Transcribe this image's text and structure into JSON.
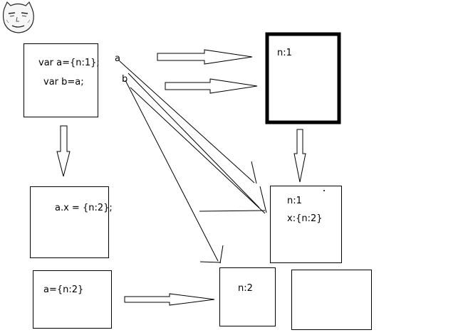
{
  "diagram": {
    "boxes": {
      "code_ab": {
        "line1": "var a={n:1};",
        "line2": "var b=a;"
      },
      "obj_n1": {
        "text": "n:1"
      },
      "code_ax": {
        "text": "a.x = {n:2};"
      },
      "obj_n1x": {
        "line1": "n:1",
        "line2": "x:{n:2}"
      },
      "code_a2": {
        "text": "a={n:2}"
      },
      "obj_n2": {
        "text": "n:2"
      },
      "obj_empty": {}
    },
    "variables": {
      "a": "a",
      "b": "b"
    },
    "colors": {
      "stroke": "#000000",
      "background": "#ffffff"
    },
    "icon": "meme-face-icon"
  }
}
